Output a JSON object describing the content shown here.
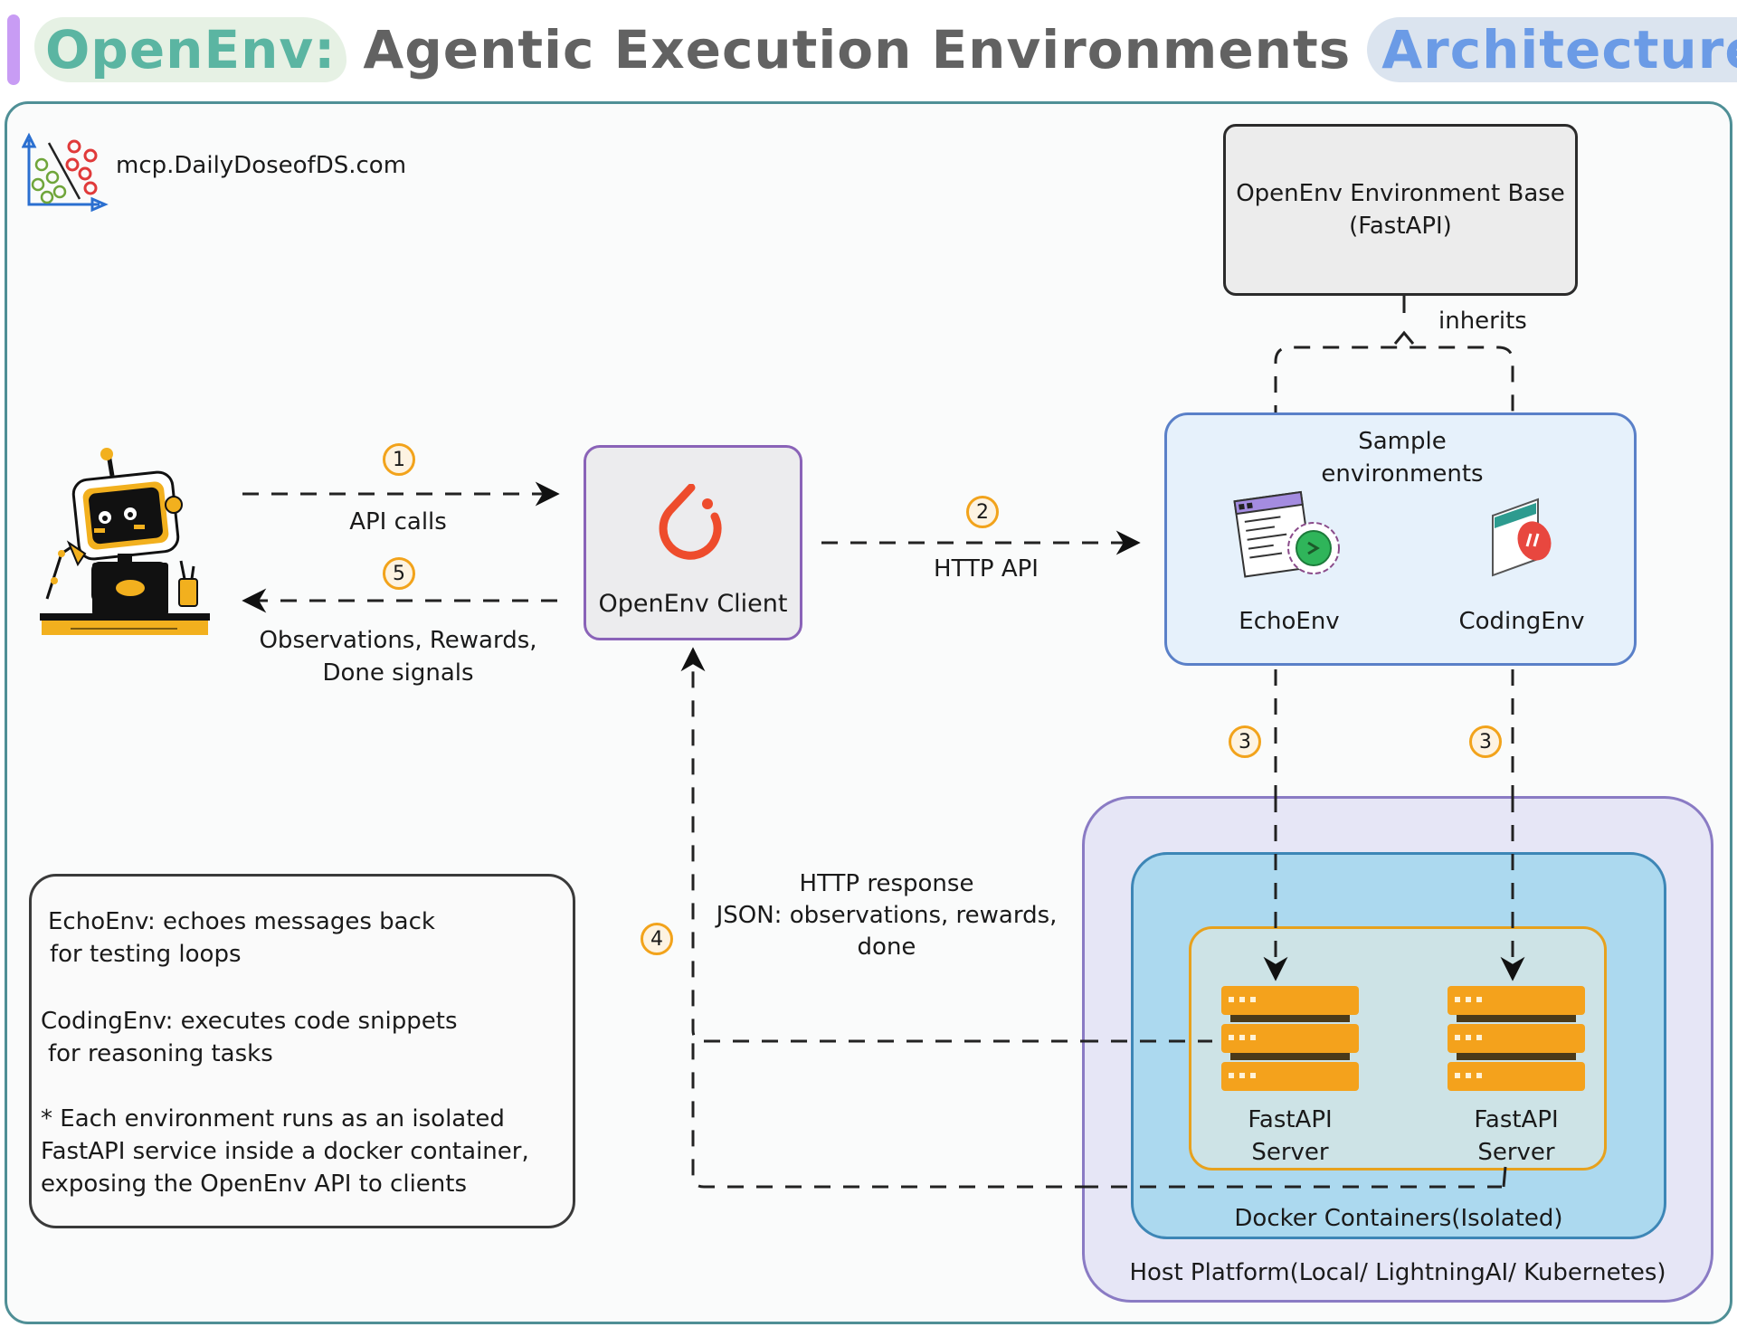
{
  "title": {
    "part1": "OpenEnv:",
    "part2": "Agentic Execution Environments",
    "part3": "Architecture"
  },
  "logo": {
    "text": "mcp.DailyDoseofDS.com",
    "icon": "scatter-classifier-icon"
  },
  "nodes": {
    "agent": {
      "icon": "robot-at-desk-icon"
    },
    "base": {
      "line1": "OpenEnv Environment Base",
      "line2": "(FastAPI)"
    },
    "client": {
      "label": "OpenEnv Client",
      "icon": "pytorch-flame-icon"
    },
    "sample": {
      "title_line1": "Sample",
      "title_line2": "environments",
      "echo": {
        "label": "EchoEnv",
        "icon": "browser-gear-icon"
      },
      "coding": {
        "label": "CodingEnv",
        "icon": "code-window-icon"
      }
    },
    "servers": [
      {
        "line1": "FastAPI",
        "line2": "Server"
      },
      {
        "line1": "FastAPI",
        "line2": "Server"
      }
    ],
    "docker_label": "Docker Containers(Isolated)",
    "host_label": "Host Platform(Local/ LightningAI/ Kubernetes)"
  },
  "edges": {
    "inherits": "inherits",
    "api_calls": {
      "step": "1",
      "label": "API calls"
    },
    "http_api": {
      "step": "2",
      "label": "HTTP API"
    },
    "deploy_echo": {
      "step": "3"
    },
    "deploy_coding": {
      "step": "3"
    },
    "response": {
      "step": "4",
      "line1": "HTTP response",
      "line2": "JSON: observations, rewards,",
      "line3": "done"
    },
    "observations": {
      "step": "5",
      "line1": "Observations, Rewards,",
      "line2": "Done signals"
    }
  },
  "notes": {
    "echo_line1": "EchoEnv: echoes messages back",
    "echo_line2": "for testing loops",
    "coding_line1": "CodingEnv: executes code snippets",
    "coding_line2": "for reasoning tasks",
    "footnote_line1": "* Each environment runs as an isolated",
    "footnote_line2": "FastAPI service inside a docker container,",
    "footnote_line3": "exposing the OpenEnv API to clients"
  },
  "colors": {
    "accent_green": "#5bb5a2",
    "accent_blue": "#6b9be6",
    "badge_orange": "#f2a31b",
    "server_orange": "#f4a21c",
    "pytorch_red": "#ee4c2c"
  }
}
